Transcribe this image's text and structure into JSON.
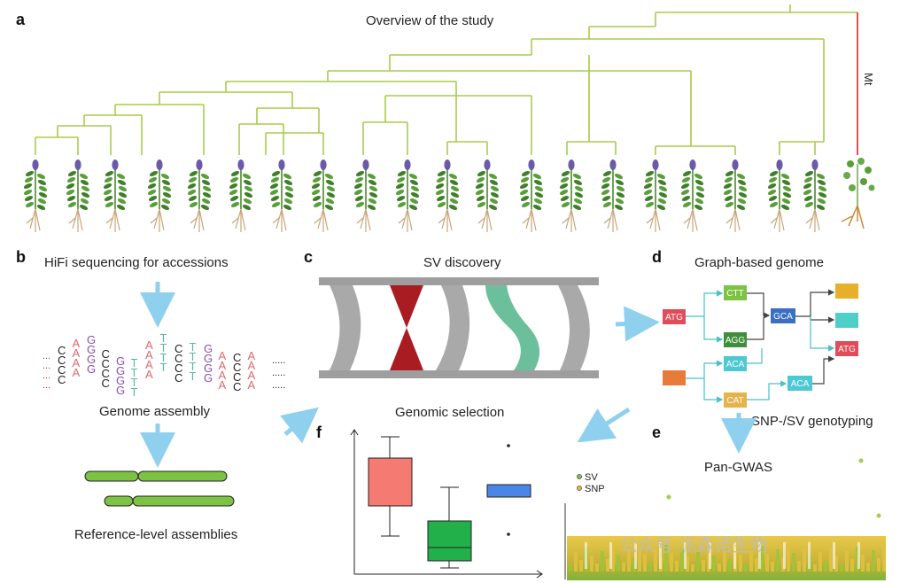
{
  "panels": {
    "a": {
      "label": "a",
      "title": "Overview of the study",
      "mt_label": "Mt"
    },
    "b": {
      "label": "b",
      "title": "HiFi sequencing for accessions",
      "assembly_label": "Genome assembly",
      "reference_label": "Reference-level assemblies"
    },
    "c": {
      "label": "c",
      "title": "SV discovery"
    },
    "d": {
      "label": "d",
      "title": "Graph-based genome",
      "nodes": {
        "atg_left": "ATG",
        "ctt": "CTT",
        "agg": "AGG",
        "gca": "GCA",
        "aca_mid": "ACA",
        "cat": "CAT",
        "aca_right": "ACA",
        "atg_right": "ATG"
      },
      "genotyping_label": "SNP-/SV genotyping"
    },
    "e": {
      "label": "e",
      "title": "Pan-GWAS",
      "legend_sv": "SV",
      "legend_snp": "SNP"
    },
    "f": {
      "label": "f",
      "title": "Genomic selection"
    }
  },
  "sequence_columns": [
    [
      "C",
      "C",
      "C",
      "C"
    ],
    [
      "A",
      "A",
      "A",
      "A"
    ],
    [
      "G",
      "G",
      "G",
      "G"
    ],
    [
      "C",
      "C",
      "C",
      "C"
    ],
    [
      "G",
      "G",
      "G",
      "G"
    ],
    [
      "T",
      "T",
      "T",
      "T"
    ],
    [
      "A",
      "A",
      "A",
      "A"
    ],
    [
      "T",
      "T",
      "T",
      "T"
    ],
    [
      "C",
      "C",
      "C",
      "C"
    ],
    [
      "T",
      "T",
      "T",
      "T"
    ],
    [
      "G",
      "G",
      "G",
      "G"
    ],
    [
      "A",
      "A",
      "A",
      "A"
    ],
    [
      "C",
      "C",
      "C",
      "C"
    ],
    [
      "A",
      "A",
      "A",
      "A"
    ]
  ],
  "watermark": "公众号·派森诺生物",
  "colors": {
    "tree_green": "#a8cc4a",
    "mt_red": "#e02020",
    "box_red": "#f47a72",
    "box_green": "#22b04a",
    "box_blue": "#4a86e8",
    "arrow_blue": "#8fd0ee"
  }
}
